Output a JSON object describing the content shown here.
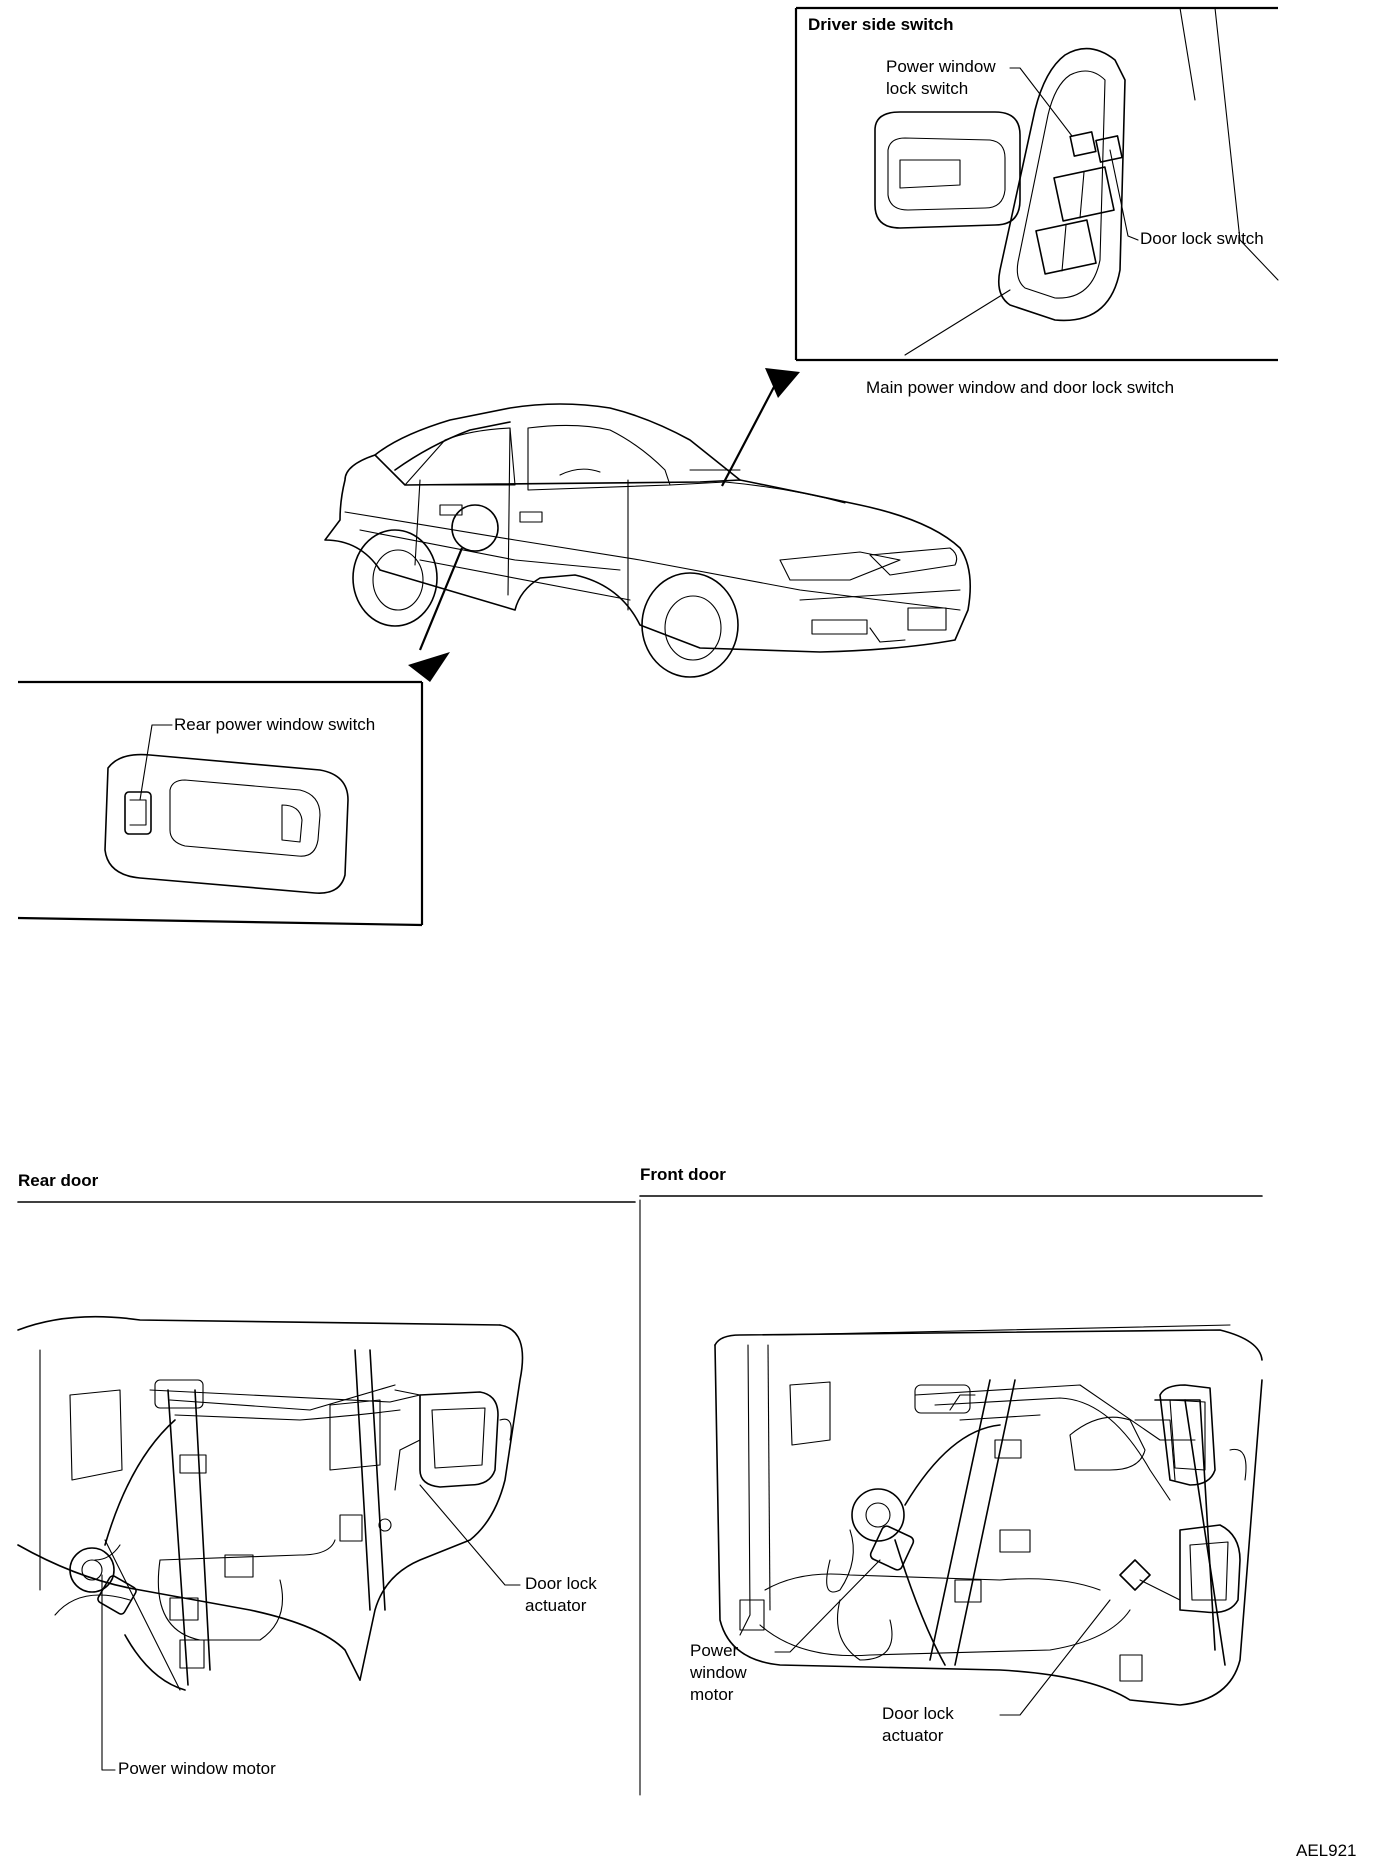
{
  "driver_panel": {
    "title": "Driver side switch",
    "power_window_lock_switch": "Power window\nlock switch",
    "door_lock_switch": "Door lock switch",
    "caption": "Main power window and door lock switch"
  },
  "rear_switch_panel": {
    "rear_power_window_switch": "Rear power window switch"
  },
  "rear_door": {
    "title": "Rear door",
    "door_lock_actuator": "Door lock\nactuator",
    "power_window_motor": "Power window motor"
  },
  "front_door": {
    "title": "Front door",
    "power_window_motor": "Power\nwindow\nmotor",
    "door_lock_actuator": "Door lock\nactuator"
  },
  "figure_code": "AEL921"
}
